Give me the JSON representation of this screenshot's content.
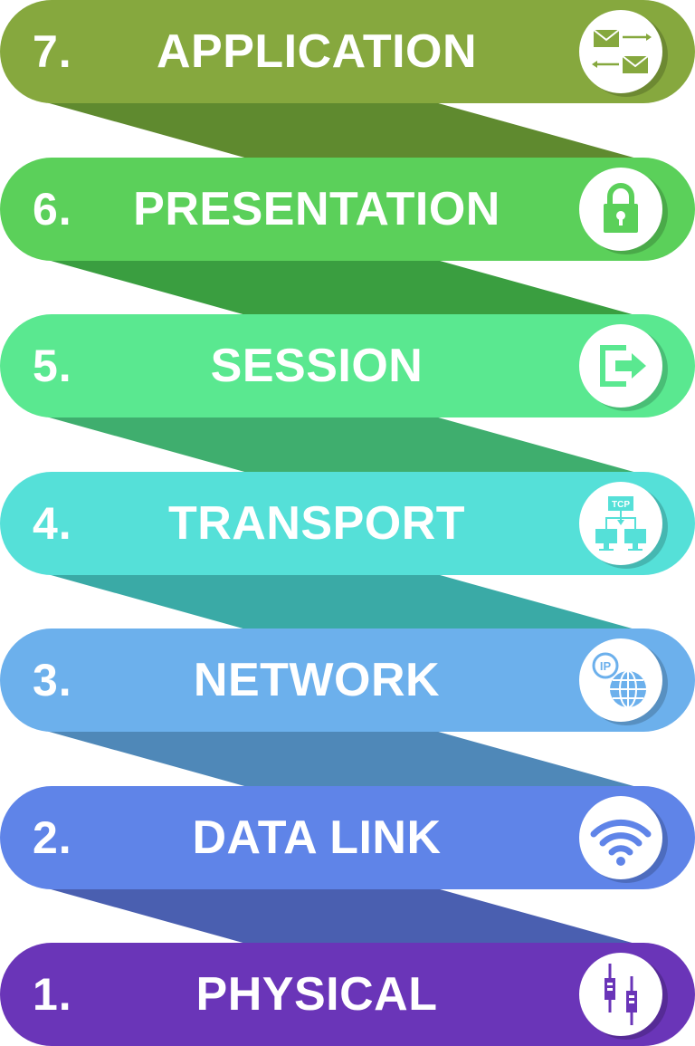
{
  "layers": [
    {
      "number": "7.",
      "name": "APPLICATION",
      "icon": "mail-exchange-icon",
      "color": "#86a83e",
      "connector_color": "#5f8a2f"
    },
    {
      "number": "6.",
      "name": "PRESENTATION",
      "icon": "padlock-icon",
      "color": "#5bd05a",
      "connector_color": "#3a9e40"
    },
    {
      "number": "5.",
      "name": "SESSION",
      "icon": "exit-door-icon",
      "color": "#5ae890",
      "connector_color": "#3fae6e"
    },
    {
      "number": "4.",
      "name": "TRANSPORT",
      "icon": "tcp-network-icon",
      "color": "#55e0d8",
      "connector_color": "#3aaaa6"
    },
    {
      "number": "3.",
      "name": "NETWORK",
      "icon": "ip-globe-icon",
      "color": "#6cb0ec",
      "connector_color": "#4f88b8"
    },
    {
      "number": "2.",
      "name": "DATA LINK",
      "icon": "wifi-icon",
      "color": "#5f84e8",
      "connector_color": "#4a5fb0"
    },
    {
      "number": "1.",
      "name": "PHYSICAL",
      "icon": "cable-connector-icon",
      "color": "#6a35b8",
      "connector_color": null
    }
  ]
}
